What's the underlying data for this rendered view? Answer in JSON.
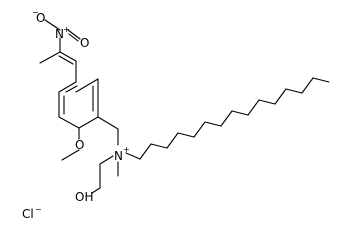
{
  "molecule": {
    "atoms": {
      "nitro_n": "N",
      "nitro_n_charge": "+",
      "nitro_o_top": "O",
      "nitro_o_top_charge": "−",
      "nitro_o_right": "O",
      "methoxy_o": "O",
      "ammonium_n": "N",
      "ammonium_charge": "+",
      "hydroxyl": "OH",
      "counterion": "Cl",
      "counterion_charge": "−"
    }
  }
}
